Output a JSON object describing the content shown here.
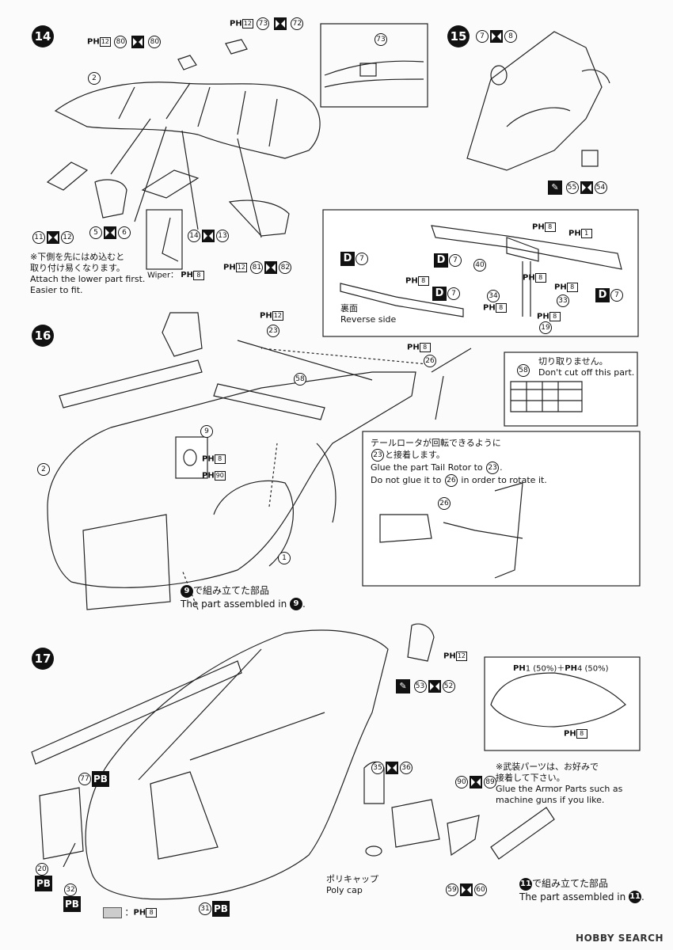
{
  "steps": {
    "s14": "14",
    "s15": "15",
    "s16": "16",
    "s17": "17"
  },
  "step14": {
    "c_top1": {
      "p": "PH",
      "pn": "12",
      "a": "80",
      "b": "80"
    },
    "c_top2": {
      "p": "PH",
      "pn": "12",
      "a": "73",
      "b": "72"
    },
    "c_inset": "73",
    "c_part2": "2",
    "c_lower1": {
      "a": "11",
      "b": "12"
    },
    "c_lower2": {
      "a": "5",
      "b": "6"
    },
    "c_lower3": {
      "a": "14",
      "b": "13"
    },
    "c_lower4": {
      "p": "PH",
      "pn": "12",
      "a": "81",
      "b": "82"
    },
    "wiper_label": "Wiper：",
    "wiper_ph": "8",
    "note_ja_1": "※下側を先にはめ込むと",
    "note_ja_2": "取り付け易くなります。",
    "note_en_1": "Attach the lower part first.",
    "note_en_2": "Easier to fit."
  },
  "step15": {
    "c_top": {
      "a": "7",
      "b": "8"
    },
    "c_bottom": {
      "a": "55",
      "b": "54"
    }
  },
  "rotor_panel": {
    "ph1": "8",
    "ph2": "1",
    "d7a": "7",
    "d7b": "7",
    "d7c": "7",
    "d7d": "7",
    "n40": "40",
    "n34": "34",
    "n33": "33",
    "n19": "19",
    "ph3": "8",
    "ph4": "8",
    "ph5": "8",
    "ph6": "8",
    "ph7": "8",
    "rev_ja": "裏面",
    "rev_en": "Reverse side"
  },
  "step16": {
    "ph12": "12",
    "n23": "23",
    "ph8": "8",
    "n26": "26",
    "n58": "58",
    "n9": "9",
    "ph8b": "8",
    "ph90": "90",
    "n2": "2",
    "n1": "1",
    "assembled_ja": "で組み立てた部品",
    "assembled_en": "The part assembled in",
    "assembled_step": "9",
    "dont_cut_ja": "切り取りません。",
    "dont_cut_en": "Don't cut off this part.",
    "dont_cut_num": "58",
    "tail_ja_1": "テールロータが回転できるように",
    "tail_ja_2": "と接着します。",
    "tail_ja_num": "23",
    "tail_en_1": "Glue the part Tail Rotor to",
    "tail_en_1_num": "23",
    "tail_en_2": "Do not glue it to",
    "tail_en_2_num": "26",
    "tail_en_2b": "in order to rotate it.",
    "tail_inset_num": "26"
  },
  "step17": {
    "ph12": "12",
    "c53": "53",
    "c52": "52",
    "mix": "1 (50%)＋",
    "mix2": "4 (50%)",
    "ph8": "8",
    "c77": "77",
    "pb1": "PB",
    "c35": "35",
    "c36": "36",
    "c90": "90",
    "c89": "89",
    "armor_ja_1": "※武装パーツは、お好みで",
    "armor_ja_2": "接着して下さい。",
    "armor_en_1": "Glue the Armor Parts such as",
    "armor_en_2": "machine guns if you like.",
    "c20": "20",
    "pb2": "PB",
    "c32": "32",
    "pb3": "PB",
    "poly_ja": "ポリキャップ",
    "poly_en": "Poly cap",
    "c59": "59",
    "c60": "60",
    "assembled_ja": "で組み立てた部品",
    "assembled_en": "The part assembled in",
    "assembled_step": "11",
    "c31": "31",
    "pb4": "PB",
    "legend_ph": "8"
  },
  "watermark": "HOBBY SEARCH",
  "colors": {
    "ink": "#111111",
    "paper": "#fbfbfb",
    "grey": "#cccccc"
  }
}
